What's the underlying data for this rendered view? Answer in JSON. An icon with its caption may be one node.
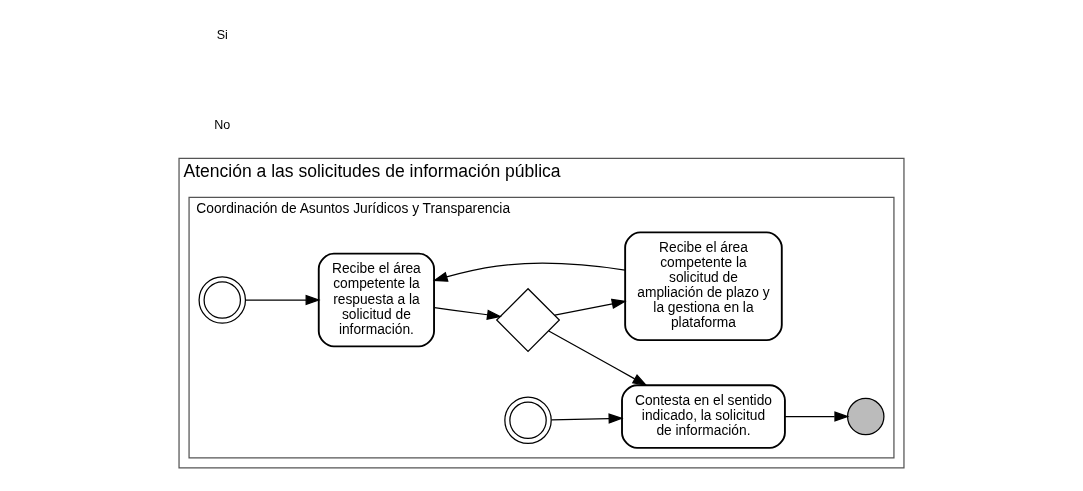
{
  "diagram": {
    "nodes": [
      {
        "text": [
          "Atención a las solicitudes de información pública"
        ]
      },
      {
        "text": [
          "Coordinación de Asuntos Jurídicos y Transparencia"
        ],
        "in": 0
      },
      {
        "text": [],
        "shape": "circle",
        "in": 1
      },
      {
        "text": [
          "Recibe el área competente la respuesta a la solicitud de información."
        ],
        "in": 1
      },
      {
        "text": [],
        "shape": "diamond",
        "in": 1
      },
      {
        "text": [],
        "shape": "circle",
        "in": 1
      },
      {
        "text": [
          "Contesta en el sentido indicado, la solicitud de información."
        ],
        "in": 1
      },
      {
        "text": [],
        "shape": "circle",
        "in": 1
      },
      {
        "text": [
          "Recibe el área competente la solicitud de ampliación de plazo y la gestiona en la plataforma"
        ],
        "in": 1
      }
    ],
    "edges": [
      {
        "from": 2,
        "to": 3,
        "arrow": "to"
      },
      {
        "from": 3,
        "to": 4,
        "arrow": "to"
      },
      {
        "from": 4,
        "to": 6,
        "arrow": "to"
      },
      {
        "from": 5,
        "to": 6,
        "arrow": "to"
      },
      {
        "from": 6,
        "to": 7,
        "arrow": "to"
      },
      {
        "from": 4,
        "to": 8,
        "arrow": "to"
      },
      {
        "from": 8,
        "to": 3,
        "arrow": "to"
      }
    ],
    "labels": [
      "No",
      "Si"
    ]
  }
}
